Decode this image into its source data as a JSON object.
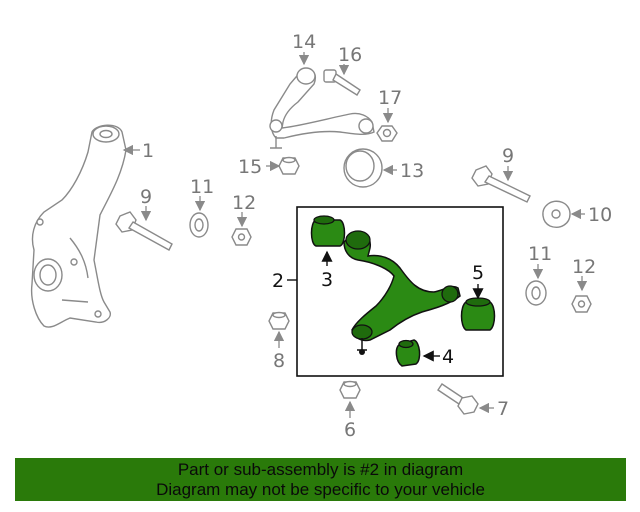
{
  "callouts": {
    "c1": "1",
    "c2": "2",
    "c3": "3",
    "c4": "4",
    "c5": "5",
    "c6": "6",
    "c7": "7",
    "c8": "8",
    "c9a": "9",
    "c9b": "9",
    "c10": "10",
    "c11a": "11",
    "c11b": "11",
    "c12a": "12",
    "c12b": "12",
    "c13": "13",
    "c14": "14",
    "c15": "15",
    "c16": "16",
    "c17": "17"
  },
  "footer": {
    "line1": "Part or sub-assembly is #2 in diagram",
    "line2": "Diagram may not be specific to your vehicle"
  },
  "colors": {
    "highlight": "#2b8a14",
    "footer_bg": "#2a7a0a",
    "part_stroke": "#8a8a8a"
  }
}
